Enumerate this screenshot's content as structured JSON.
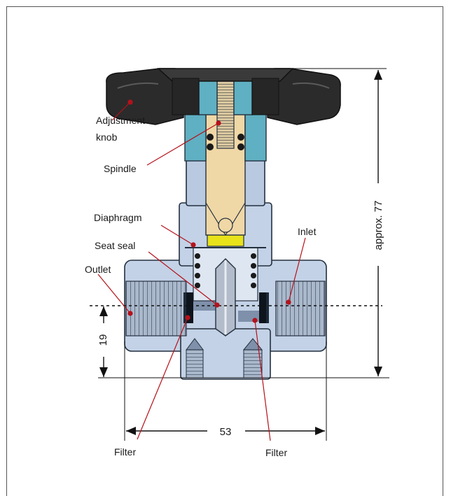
{
  "labels": {
    "adjustment_knob_line1": "Adjustment",
    "adjustment_knob_line2": "knob",
    "spindle": "Spindle",
    "diaphragm": "Diaphragm",
    "seat_seal": "Seat seal",
    "outlet": "Outlet",
    "inlet": "Inlet",
    "filter_left": "Filter",
    "filter_right": "Filter"
  },
  "dimensions": {
    "height": "approx. 77",
    "port_height": "19",
    "width": "53"
  },
  "colors": {
    "knob": "#2b2b2b",
    "body": "#c3d2e6",
    "bonnet": "#5fb0c2",
    "spindle": "#efd7a6",
    "seat": "#e8e21a",
    "leader": "#b5121b"
  }
}
